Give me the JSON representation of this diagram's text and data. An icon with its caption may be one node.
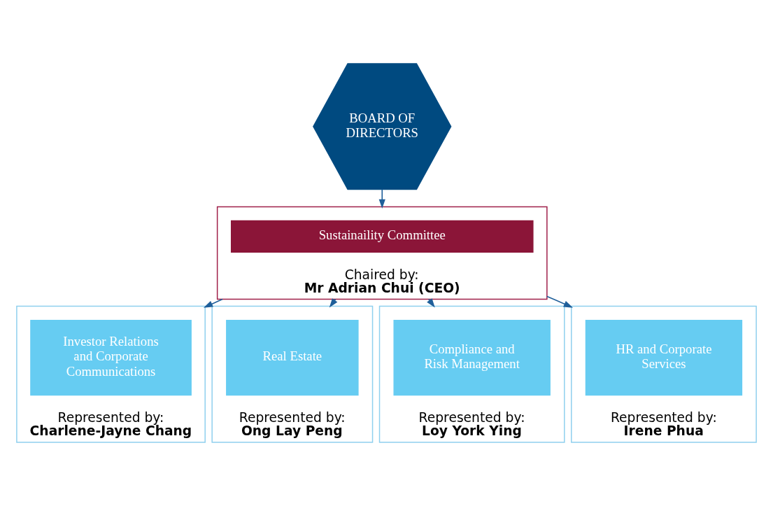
{
  "diagram": {
    "nodes": [
      {
        "text": [
          "BOARD OF DIRECTORS"
        ]
      },
      {
        "text": [
          "Chaired by:",
          "Mr Adrian Chui (CEO)"
        ]
      },
      {
        "text": [
          "Sustainaility Committee"
        ],
        "in": 1
      },
      {
        "text": [
          "Represented by:",
          "Charlene-Jayne Chang"
        ]
      },
      {
        "text": [
          "Investor Relations and Corporate Communications"
        ],
        "in": 3
      },
      {
        "text": [
          "Represented by:",
          "Ong Lay Peng"
        ]
      },
      {
        "text": [
          "Real Estate"
        ],
        "in": 5
      },
      {
        "text": [
          "Represented by:",
          "Loy York Ying"
        ]
      },
      {
        "text": [
          "Compliance and Risk Management"
        ],
        "in": 7
      },
      {
        "text": [
          "Represented by:",
          "Irene Phua"
        ]
      },
      {
        "text": [
          "HR and Corporate Services"
        ],
        "in": 9
      }
    ],
    "edges": [
      {
        "from": 0,
        "to": 1,
        "arrow": "to"
      },
      {
        "from": 1,
        "to": 3,
        "arrow": "to"
      },
      {
        "from": 1,
        "to": 5,
        "arrow": "to"
      },
      {
        "from": 1,
        "to": 7,
        "arrow": "to"
      },
      {
        "from": 1,
        "to": 9,
        "arrow": "to"
      }
    ]
  }
}
